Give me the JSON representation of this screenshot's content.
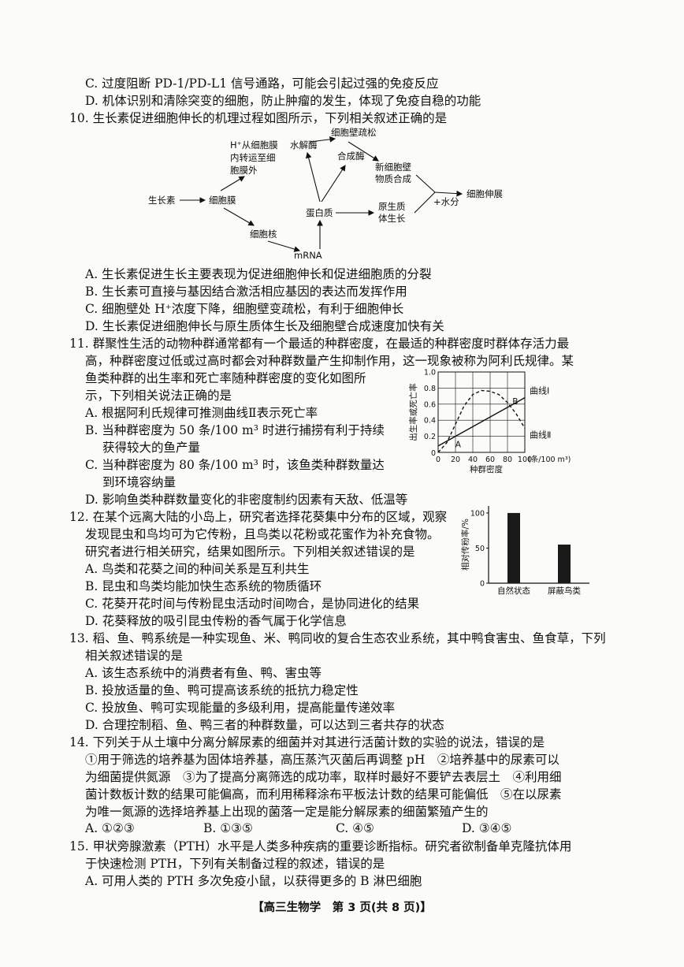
{
  "lines": [
    "C. 过度阻断 PD-1/PD-L1 信号通路，可能会引起过强的免疫反应",
    "D. 机体识别和清除突变的细胞，防止肿瘤的发生，体现了免疫自稳的功能",
    "10. 生长素促进细胞伸长的机理过程如图所示，下列相关叙述正确的是",
    "A. 生长素促进生长主要表现为促进细胞伸长和促进细胞质的分裂",
    "B. 生长素可直接与基因结合激活相应基因的表达而发挥作用",
    "C. 细胞壁处 H⁺浓度下降，细胞壁变疏松，有利于细胞伸长",
    "D. 生长素促进细胞伸长与原生质体生长及细胞壁合成速度加快有关",
    "11. 群聚性生活的动物种群通常都有一个最适的种群密度，在最适的种群密度时群体存活力最",
    "高，种群密度过低或过高时都会对种群数量产生抑制作用，这一现象被称为阿利氏规律。某",
    "鱼类种群的出生率和死亡率随种群密度的变化如图所",
    "示，下列相关说法正确的是",
    "A. 根据阿利氏规律可推测曲线Ⅱ表示死亡率",
    "B. 当种群密度为 50 条/100 m³ 时进行捕捞有利于持续",
    "获得较大的鱼产量",
    "C. 当种群密度为 80 条/100 m³ 时，该鱼类种群数量达",
    "到环境容纳量",
    "D. 影响鱼类种群数量变化的非密度制约因素有天敌、低温等",
    "12. 在某个远离大陆的小岛上，研究者选择花葵集中分布的区域，观察",
    "发现昆虫和鸟均可为它传粉，且鸟类以花粉或花蜜作为补充食物。",
    "研究者进行相关研究，结果如图所示。下列相关叙述错误的是",
    "A. 鸟类和花葵之间的种间关系是互利共生",
    "B. 昆虫和鸟类均能加快生态系统的物质循环",
    "C. 花葵开花时间与传粉昆虫活动时间吻合，是协同进化的结果",
    "D. 花葵释放的吸引昆虫传粉的香气属于化学信息",
    "13. 稻、鱼、鸭系统是一种实现鱼、米、鸭同收的复合生态农业系统，其中鸭食害虫、鱼食草，下列",
    "相关叙述错误的是",
    "A. 该生态系统中的消费者有鱼、鸭、害虫等",
    "B. 投放适量的鱼、鸭可提高该系统的抵抗力稳定性",
    "C. 投放鱼、鸭可实现能量的多级利用，提高能量传递效率",
    "D. 合理控制稻、鱼、鸭三者的种群数量，可以达到三者共存的状态",
    "14. 下列关于从土壤中分离分解尿素的细菌并对其进行活菌计数的实验的说法，错误的是",
    "①用于筛选的培养基为固体培养基，高压蒸汽灭菌后再调整 pH　②培养基中的尿素可以",
    "为细菌提供氮源　③为了提高分离筛选的成功率，取样时最好不要铲去表层土　④利用细",
    "菌计数板计数的结果可能偏高，而利用稀释涂布平板法计数的结果可能偏低　⑤在以尿素",
    "为唯一氮源的选择培养基上出现的菌落一定是能分解尿素的细菌繁殖产生的",
    "15. 甲状旁腺激素（PTH）水平是人类多种疾病的重要诊断指标。研究者欲制备单克隆抗体用",
    "于快速检测 PTH，下列有关制备过程的叙述，错误的是",
    "A. 可用人类的 PTH 多次免疫小鼠，以获得更多的 B 淋巴细胞"
  ],
  "q14_choices": [
    "A. ①②③",
    "B. ①③⑤",
    "C. ④⑤",
    "D. ③④⑤"
  ],
  "diagram": {
    "auxin": "生长素",
    "membrane": "细胞膜",
    "nucleus": "细胞核",
    "mrna": "mRNA",
    "protein": "蛋白质",
    "h_transport_1": "H⁺从细胞膜",
    "h_transport_2": "内转运至细",
    "h_transport_3": "胞膜外",
    "hydrolase": "水解酶",
    "wall_loosen": "细胞壁疏松",
    "synthase": "合成酶",
    "new_wall_1": "新细胞壁",
    "new_wall_2": "物质合成",
    "proto_1": "原生质",
    "proto_2": "体生长",
    "water": "+水分",
    "elongation": "细胞伸展"
  },
  "chart_data": [
    {
      "type": "line",
      "title": "",
      "xlabel": "种群密度",
      "x_unit": "(条/100 m³)",
      "ylabel": "出生率或死亡率",
      "xlim": [
        0,
        100
      ],
      "ylim": [
        0,
        1.0
      ],
      "x_ticks": [
        "0",
        "20",
        "40",
        "60",
        "80",
        "100"
      ],
      "y_ticks": [
        "0.2",
        "0.4",
        "0.6",
        "0.8",
        "1.0"
      ],
      "series": [
        {
          "name": "曲线Ⅰ",
          "style": "dashed",
          "x": [
            0,
            10,
            20,
            30,
            40,
            50,
            60,
            70,
            80,
            90,
            100
          ],
          "y": [
            0.0,
            0.12,
            0.35,
            0.58,
            0.72,
            0.77,
            0.76,
            0.72,
            0.62,
            0.48,
            0.3
          ]
        },
        {
          "name": "曲线Ⅱ",
          "style": "solid",
          "x": [
            0,
            100
          ],
          "y": [
            0.08,
            0.68
          ]
        }
      ],
      "points": [
        {
          "label": "A",
          "x": 17,
          "y": 0.18
        },
        {
          "label": "B",
          "x": 83,
          "y": 0.58
        }
      ]
    },
    {
      "type": "bar",
      "title": "",
      "ylabel": "相对传粉率/%",
      "categories": [
        "自然状态",
        "屏蔽鸟类"
      ],
      "values": [
        100,
        55
      ],
      "ylim": [
        0,
        110
      ],
      "y_ticks": [
        "0",
        "50",
        "100"
      ]
    }
  ],
  "footer": "【高三生物学　第 3 页(共 8 页)】"
}
